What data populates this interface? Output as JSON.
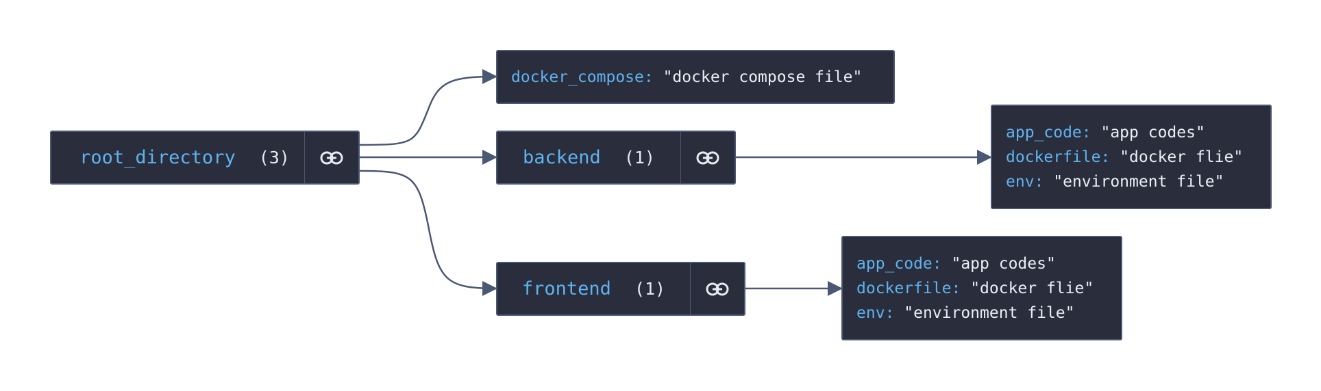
{
  "root": {
    "name": "root_directory",
    "count": "(3)",
    "link_icon": "link-icon"
  },
  "docker_compose": {
    "key": "docker_compose:",
    "value": "\"docker compose file\""
  },
  "backend": {
    "name": "backend",
    "count": "(1)",
    "link_icon": "link-icon",
    "fields": [
      {
        "key": "app_code:",
        "value": "\"app codes\""
      },
      {
        "key": "dockerfile:",
        "value": "\"docker flie\""
      },
      {
        "key": "env:",
        "value": "\"environment file\""
      }
    ]
  },
  "frontend": {
    "name": "frontend",
    "count": "(1)",
    "link_icon": "link-icon",
    "fields": [
      {
        "key": "app_code:",
        "value": "\"app codes\""
      },
      {
        "key": "dockerfile:",
        "value": "\"docker flie\""
      },
      {
        "key": "env:",
        "value": "\"environment file\""
      }
    ]
  },
  "colors": {
    "node_bg": "#2a2d3c",
    "node_border": "#4a5873",
    "key_text": "#5fb3f0",
    "value_text": "#eceef4",
    "edge": "#4a5873"
  }
}
